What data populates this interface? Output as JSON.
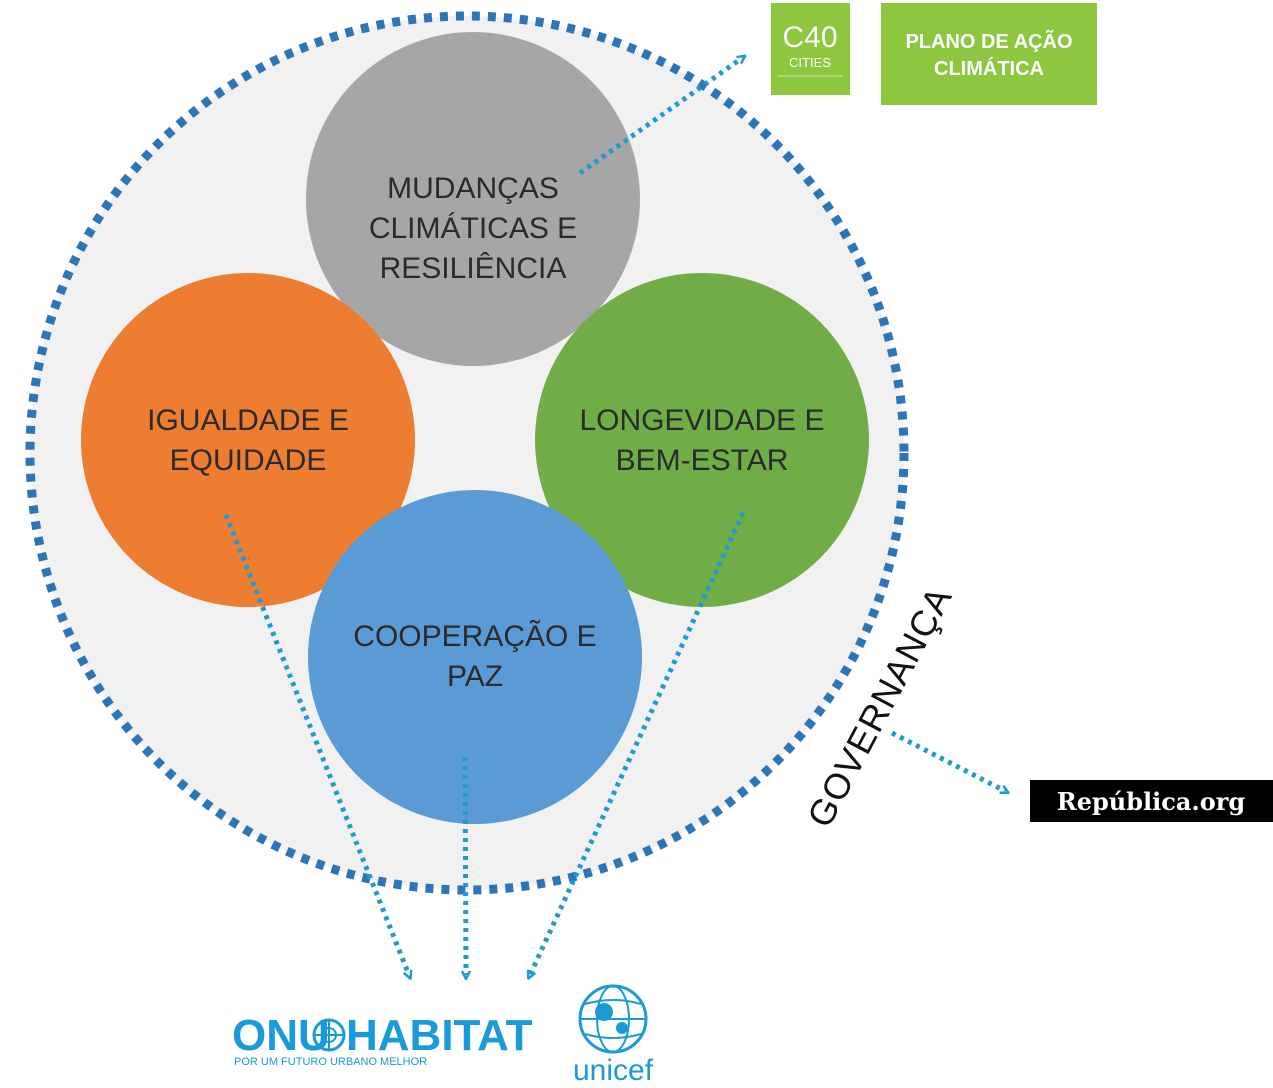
{
  "circles": {
    "top": {
      "lines": [
        "MUDANÇAS",
        "CLIMÁTICAS E",
        "RESILIÊNCIA"
      ],
      "color": "#a6a6a6"
    },
    "left": {
      "lines": [
        "IGUALDADE E",
        "EQUIDADE"
      ],
      "color": "#ed7d31"
    },
    "right": {
      "lines": [
        "LONGEVIDADE E",
        "BEM-ESTAR"
      ],
      "color": "#70ad47"
    },
    "bottom": {
      "lines": [
        "COOPERAÇÃO E",
        "PAZ"
      ],
      "color": "#5b9bd5"
    }
  },
  "outer_ring_color": "#2e75b6",
  "arrow_color": "#1f9bd1",
  "governance_label": "GOVERNANÇA",
  "c40": {
    "top": "C40",
    "bottom": "CITIES",
    "color": "#8dc63f"
  },
  "plano": {
    "lines": [
      "PLANO DE AÇÃO",
      "CLIMÁTICA"
    ],
    "color": "#8dc63f"
  },
  "republica": "República.org",
  "onu": {
    "title_left": "ONU",
    "title_right": "HABITAT",
    "subtitle": "POR UM FUTURO URBANO MELHOR"
  },
  "unicef": "unicef"
}
